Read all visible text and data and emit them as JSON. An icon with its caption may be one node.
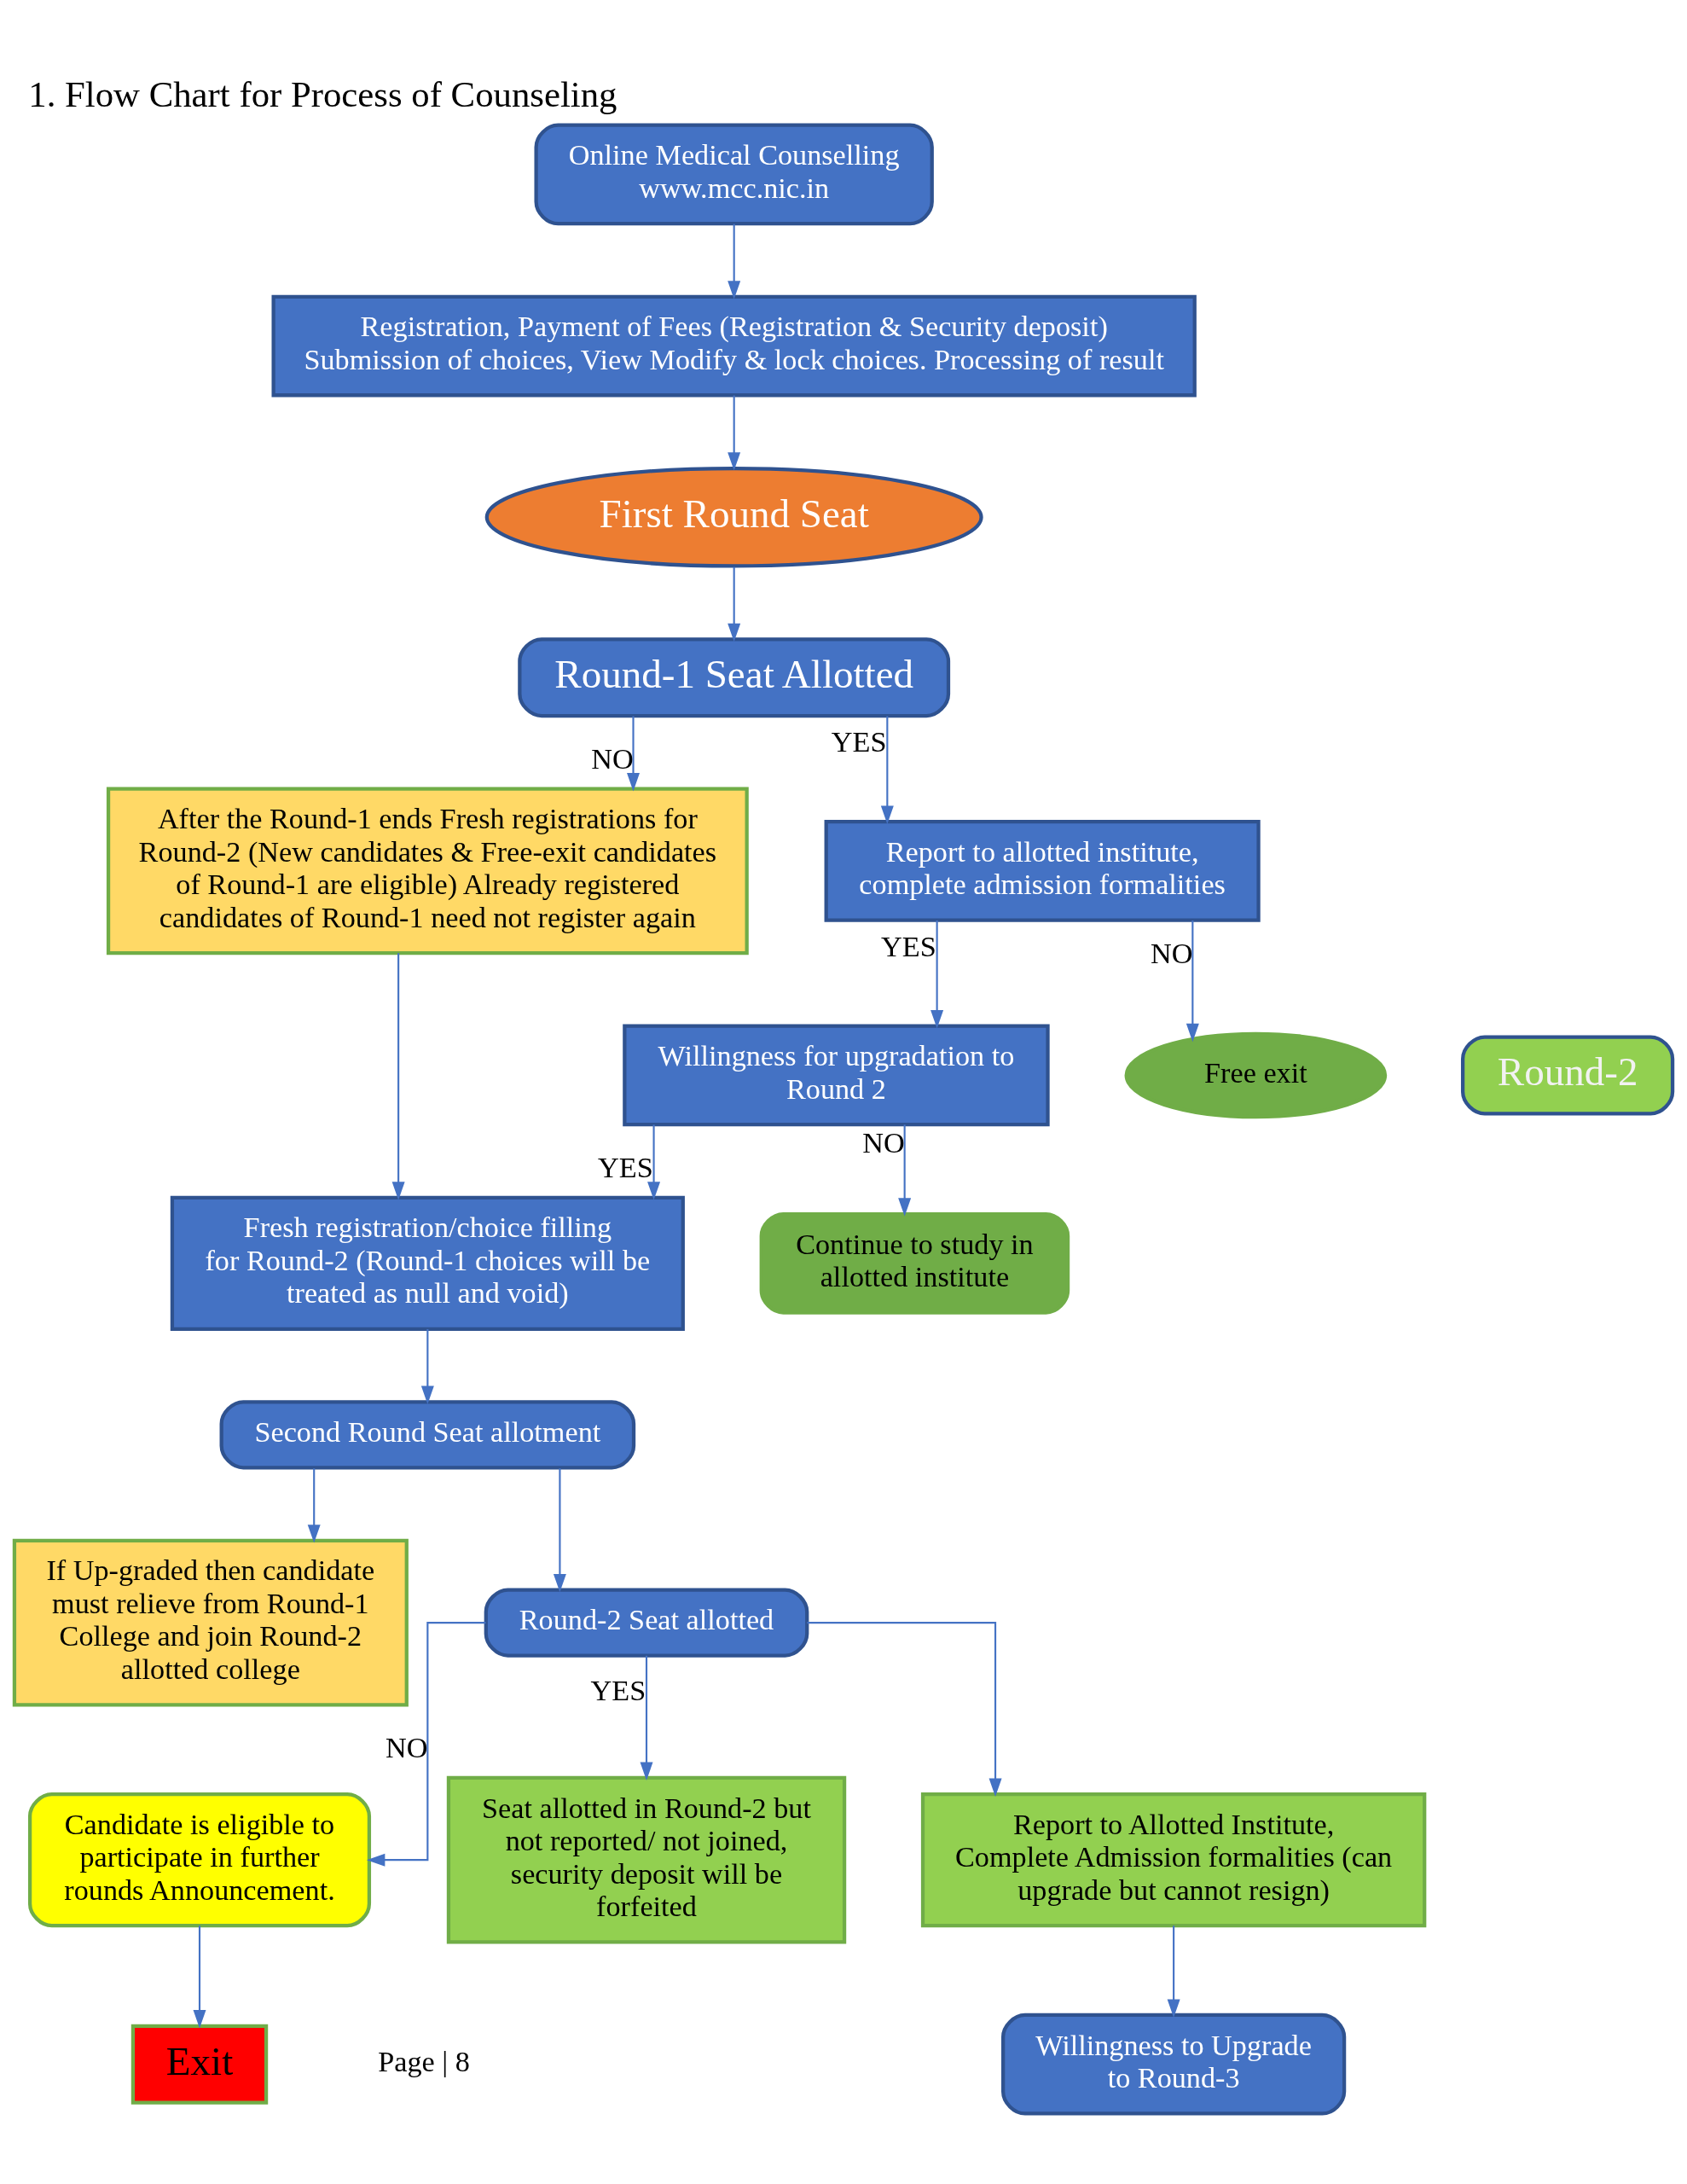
{
  "diagram": {
    "title": "1. Flow Chart for Process of Counseling",
    "nodes": [
      {
        "text": [
          "Online Medical Counselling",
          "www.mcc.nic.in"
        ]
      },
      {
        "text": [
          "Registration, Payment of Fees (Registration & Security deposit) Submission of choices, View Modify & lock choices. Processing of result"
        ]
      },
      {
        "text": [
          "First Round Seat"
        ]
      },
      {
        "text": [
          "Round-1 Seat Allotted"
        ]
      },
      {
        "text": [
          "After the Round-1 ends Fresh registrations for Round-2 (New candidates & Free-exit candidates of Round-1 are eligible) Already registered candidates of Round-1 need not register again"
        ]
      },
      {
        "text": [
          "Report to allotted institute, complete admission formalities"
        ]
      },
      {
        "text": [
          "Free exit"
        ]
      },
      {
        "text": [
          "Willingness for upgradation to Round 2"
        ]
      },
      {
        "text": [
          "Round-2"
        ]
      },
      {
        "text": [
          "Continue to study in allotted institute"
        ]
      },
      {
        "text": [
          "Fresh registration/choice filling for Round-2 (Round-1 choices will be treated as null and void)"
        ]
      },
      {
        "text": [
          "Second Round Seat allotment"
        ]
      },
      {
        "text": [
          "If Up-graded then candidate must relieve from Round-1 College and join Round-2 allotted college"
        ]
      },
      {
        "text": [
          "Round-2 Seat allotted"
        ]
      },
      {
        "text": [
          "Candidate is eligible to participate in further rounds Announcement."
        ]
      },
      {
        "text": [
          "Seat allotted in Round-2 but not reported/ not joined, security deposit will be forfeited"
        ]
      },
      {
        "text": [
          "Report to Allotted Institute, Complete Admission formalities (can upgrade but cannot resign)"
        ]
      },
      {
        "text": [
          "Exit"
        ]
      },
      {
        "text": [
          "Willingness to Upgrade to Round-3"
        ]
      }
    ],
    "edges": [
      {
        "from": 0,
        "to": 1,
        "arrow": "to"
      },
      {
        "from": 1,
        "to": 2,
        "arrow": "to"
      },
      {
        "from": 2,
        "to": 3,
        "arrow": "to"
      },
      {
        "from": 3,
        "to": 4,
        "arrow": "to",
        "label": "NO"
      },
      {
        "from": 3,
        "to": 5,
        "arrow": "to",
        "label": "YES"
      },
      {
        "from": 5,
        "to": 6,
        "arrow": "to",
        "label": "NO"
      },
      {
        "from": 5,
        "to": 7,
        "arrow": "to",
        "label": "YES"
      },
      {
        "from": 7,
        "to": 9,
        "arrow": "to",
        "label": "NO"
      },
      {
        "from": 7,
        "to": 10,
        "arrow": "to",
        "label": "YES"
      },
      {
        "from": 4,
        "to": 10,
        "arrow": "to"
      },
      {
        "from": 10,
        "to": 11,
        "arrow": "to"
      },
      {
        "from": 11,
        "to": 13,
        "arrow": "to"
      },
      {
        "from": 11,
        "to": 12,
        "arrow": "to"
      },
      {
        "from": 13,
        "to": 14,
        "arrow": "to",
        "label": "NO"
      },
      {
        "from": 13,
        "to": 15,
        "arrow": "to",
        "label": "YES"
      },
      {
        "from": 13,
        "to": 16,
        "arrow": "to"
      },
      {
        "from": 14,
        "to": 17,
        "arrow": "to"
      },
      {
        "from": 16,
        "to": 18,
        "arrow": "to"
      }
    ],
    "labels": [
      "Page | 8"
    ]
  }
}
